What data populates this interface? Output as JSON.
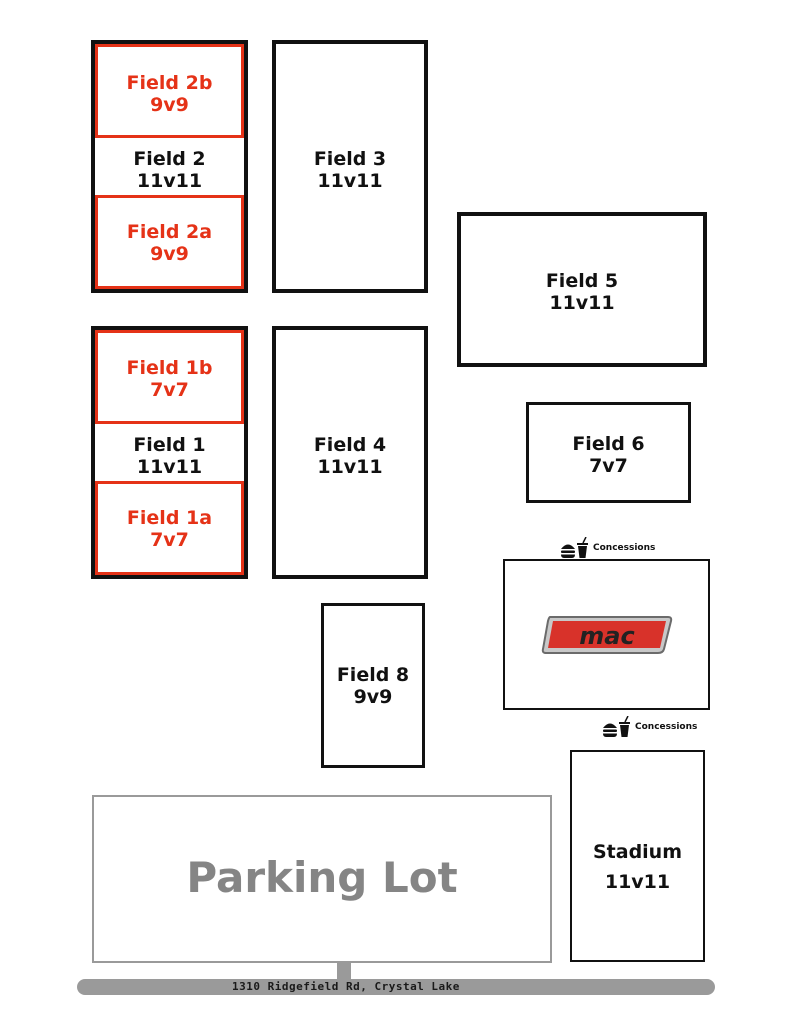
{
  "fields": {
    "field2": {
      "name": "Field 2",
      "type": "11v11"
    },
    "field2b": {
      "name": "Field 2b",
      "type": "9v9"
    },
    "field2a": {
      "name": "Field 2a",
      "type": "9v9"
    },
    "field3": {
      "name": "Field 3",
      "type": "11v11"
    },
    "field5": {
      "name": "Field 5",
      "type": "11v11"
    },
    "field1": {
      "name": "Field 1",
      "type": "11v11"
    },
    "field1b": {
      "name": "Field 1b",
      "type": "7v7"
    },
    "field1a": {
      "name": "Field 1a",
      "type": "7v7"
    },
    "field4": {
      "name": "Field 4",
      "type": "11v11"
    },
    "field6": {
      "name": "Field 6",
      "type": "7v7"
    },
    "field8": {
      "name": "Field 8",
      "type": "9v9"
    },
    "stadium": {
      "name": "Stadium",
      "type": "11v11"
    }
  },
  "concessions": {
    "top": "Concessions",
    "bottom": "Concessions"
  },
  "mac_logo": "mac",
  "parking_lot": "Parking Lot",
  "address": "1310 Ridgefield Rd, Crystal Lake",
  "colors": {
    "field_border": "#111111",
    "sub_field": "#e53217",
    "parking": "#9a9a9a",
    "road": "#9a9a9a"
  }
}
